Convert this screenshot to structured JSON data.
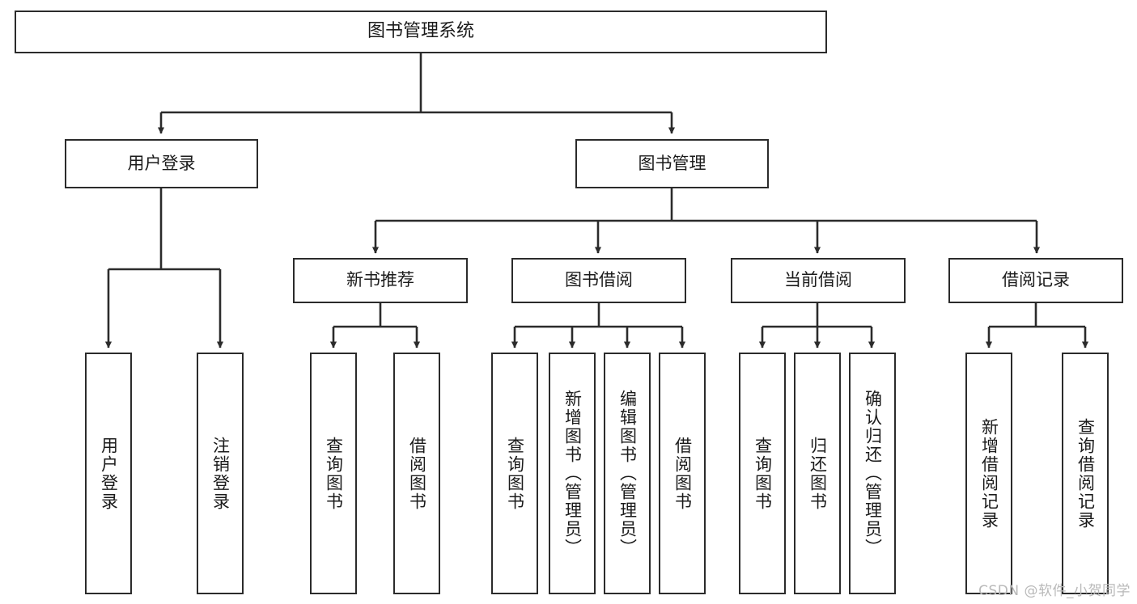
{
  "diagram": {
    "type": "hierarchy-tree",
    "title": "图书管理系统",
    "background_color": "#ffffff",
    "line_color": "#2b2b2b",
    "text_color": "#1b1b1b",
    "root": {
      "label": "图书管理系统"
    },
    "level1": [
      {
        "label": "用户登录"
      },
      {
        "label": "图书管理"
      }
    ],
    "level2": [
      {
        "label": "新书推荐"
      },
      {
        "label": "图书借阅"
      },
      {
        "label": "当前借阅"
      },
      {
        "label": "借阅记录"
      }
    ],
    "leaves": {
      "user_login": [
        {
          "label": "用户登录"
        },
        {
          "label": "注销登录"
        }
      ],
      "new_book_recommend": [
        {
          "label": "查询图书"
        },
        {
          "label": "借阅图书"
        }
      ],
      "book_borrow": [
        {
          "label": "查询图书"
        },
        {
          "label": "新增图书（管理员）"
        },
        {
          "label": "编辑图书（管理员）"
        },
        {
          "label": "借阅图书"
        }
      ],
      "current_borrow": [
        {
          "label": "查询图书"
        },
        {
          "label": "归还图书"
        },
        {
          "label": "确认归还（管理员）"
        }
      ],
      "borrow_record": [
        {
          "label": "新增借阅记录"
        },
        {
          "label": "查询借阅记录"
        }
      ]
    }
  },
  "watermark": {
    "text": "CSDN @软件_小贺同学"
  }
}
